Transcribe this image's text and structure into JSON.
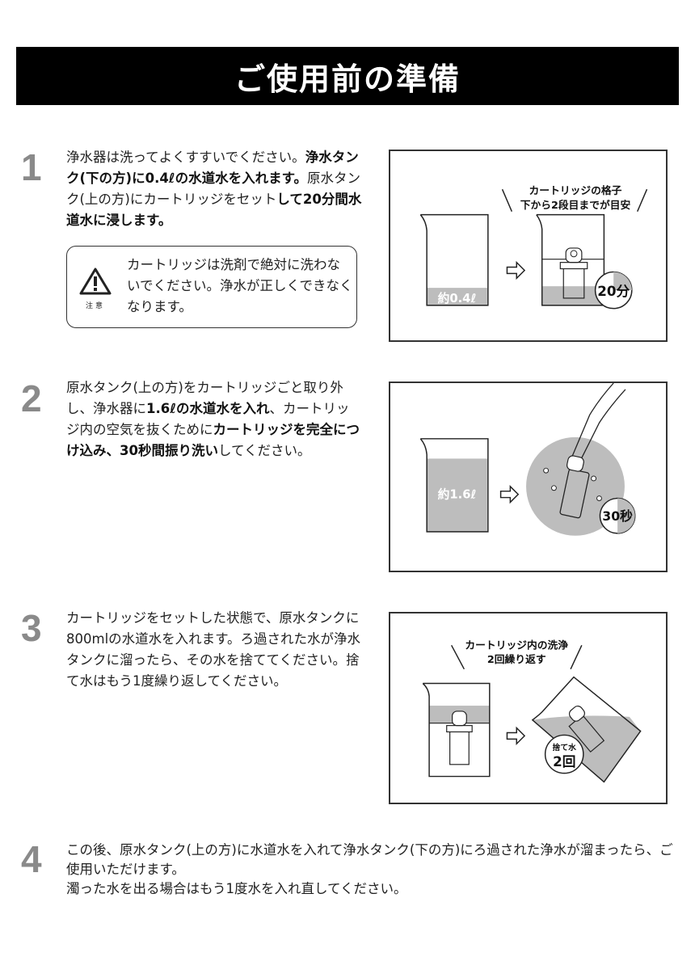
{
  "title": "ご使用前の準備",
  "steps": [
    {
      "number": "1",
      "segments": [
        {
          "text": "浄水器は洗ってよくすすいでください。",
          "bold": false
        },
        {
          "text": "浄水タンク(下の方)に0.4ℓの水道水を入れます。",
          "bold": true
        },
        {
          "text": "原水タンク(上の方)にカートリッジをセット",
          "bold": false
        },
        {
          "text": "して20分間水道水に浸します。",
          "bold": true
        }
      ],
      "caution": {
        "label": "注意",
        "text": "カートリッジは洗剤で絶対に洗わないでください。浄水が正しくできなくなります。"
      },
      "illustration": {
        "caption_line1": "カートリッジの格子",
        "caption_line2": "下から2段目までが目安",
        "volume_label": "約0.4ℓ",
        "timer_label": "20分"
      }
    },
    {
      "number": "2",
      "segments": [
        {
          "text": "原水タンク(上の方)をカートリッジごと取り外し、浄水器に",
          "bold": false
        },
        {
          "text": "1.6ℓの水道水を入れ",
          "bold": true
        },
        {
          "text": "、カートリッジ内の空気を抜くために",
          "bold": false
        },
        {
          "text": "カートリッジを完全につけ込み、30秒間振り洗い",
          "bold": true
        },
        {
          "text": "してください。",
          "bold": false
        }
      ],
      "illustration": {
        "volume_label": "約1.6ℓ",
        "timer_label": "30秒"
      }
    },
    {
      "number": "3",
      "segments": [
        {
          "text": "カートリッジをセットした状態で、原水タンクに800mlの水道水を入れます。ろ過された水が浄水タンクに溜ったら、その水を捨ててください。捨て水はもう1度繰り返してください。",
          "bold": false
        }
      ],
      "illustration": {
        "caption_line1": "カートリッジ内の洗浄",
        "caption_line2": "2回繰り返す",
        "badge_line1": "捨て水",
        "badge_line2": "2回"
      }
    },
    {
      "number": "4",
      "paragraphs": [
        "この後、原水タンク(上の方)に水道水を入れて浄水タンク(下の方)にろ過された浄水が溜まったら、ご使用いただけます。",
        "濁った水を出る場合はもう1度水を入れ直してください。"
      ]
    }
  ],
  "colors": {
    "water": "#bdbdbd",
    "step_number": "#8a8a8a",
    "title_bg": "#000000"
  }
}
